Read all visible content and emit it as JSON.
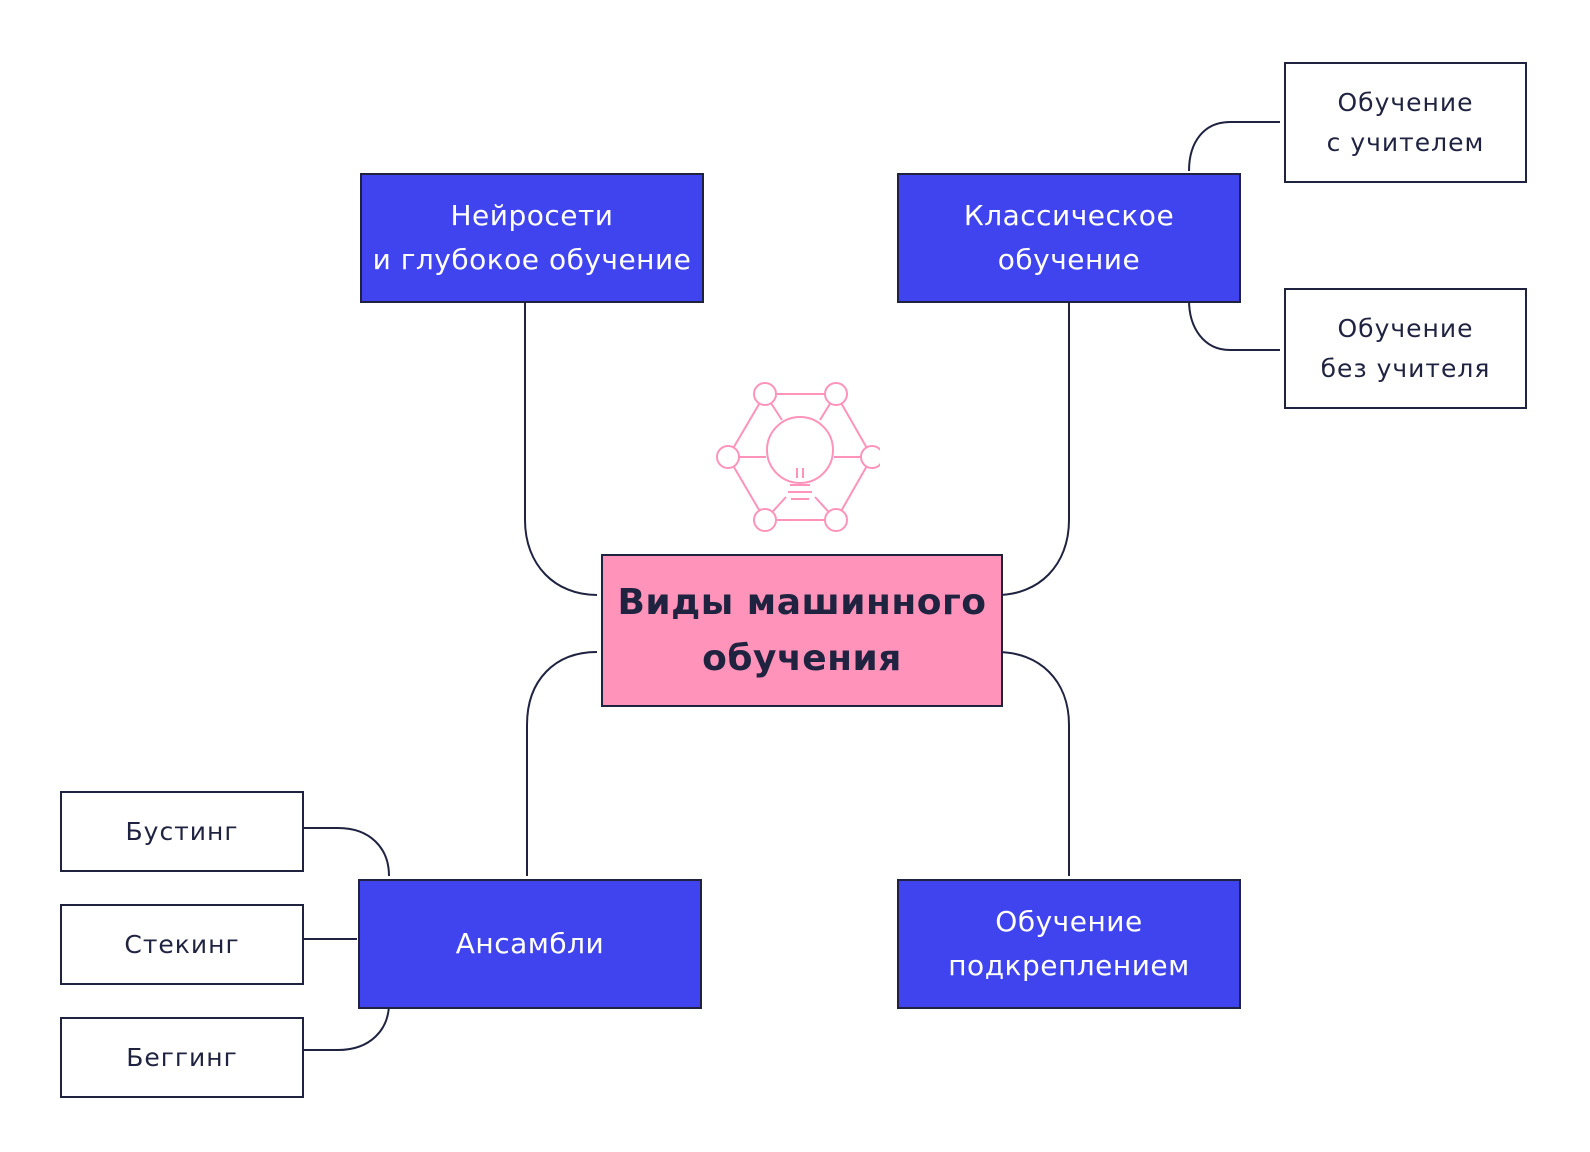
{
  "diagram": {
    "center": {
      "line1": "Виды машинного",
      "line2": "обучения"
    },
    "categories": {
      "neural": {
        "line1": "Нейросети",
        "line2": "и глубокое обучение"
      },
      "classic": {
        "line1": "Классическое",
        "line2": "обучение"
      },
      "ensembles": {
        "line1": "Ансамбли"
      },
      "reinforcement": {
        "line1": "Обучение",
        "line2": "подкреплением"
      }
    },
    "classic_children": [
      {
        "line1": "Обучение",
        "line2": "с учителем"
      },
      {
        "line1": "Обучение",
        "line2": "без учителя"
      }
    ],
    "ensemble_children": [
      {
        "label": "Бустинг"
      },
      {
        "label": "Стекинг"
      },
      {
        "label": "Беггинг"
      }
    ],
    "central_icon": "lightbulb-network-icon"
  },
  "colors": {
    "category_fill": "#4044ee",
    "center_fill": "#ff93ba",
    "icon_stroke": "#ff93ba",
    "line": "#1f2340",
    "text_dark": "#1f2340",
    "text_light": "#ffffff"
  }
}
